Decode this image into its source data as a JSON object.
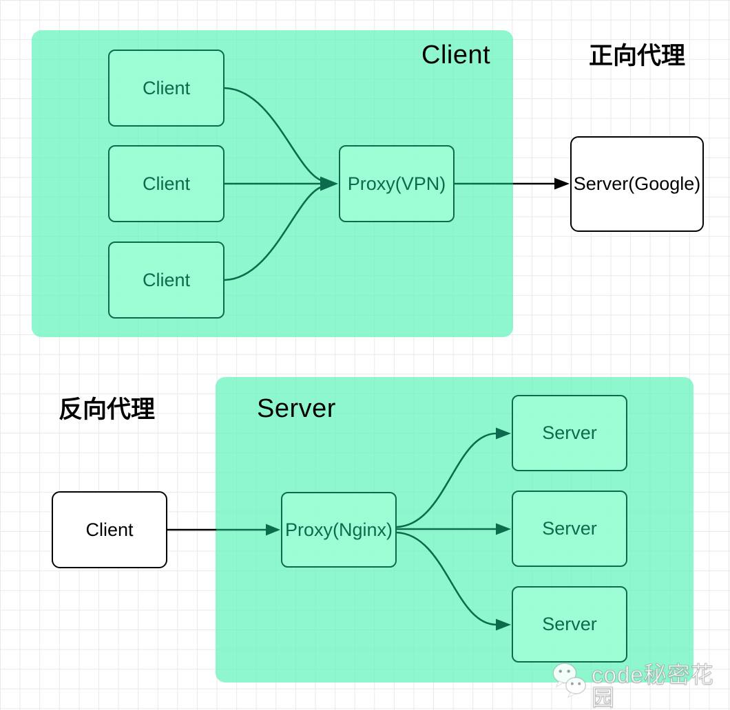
{
  "forward_proxy": {
    "side_label": "正向代理",
    "region_title": "Client",
    "client_nodes": [
      "Client",
      "Client",
      "Client"
    ],
    "proxy_node": "Proxy(VPN)",
    "server_node": "Server(Google)"
  },
  "reverse_proxy": {
    "side_label": "反向代理",
    "region_title": "Server",
    "client_node": "Client",
    "proxy_node": "Proxy(Nginx)",
    "server_nodes": [
      "Server",
      "Server",
      "Server"
    ]
  },
  "watermark": {
    "icon": "wechat-icon",
    "text": "code秘密花园"
  },
  "colors": {
    "region_fill": "#90f7cf",
    "node_fill": "#9bfdd4",
    "node_stroke": "#0c6b4d",
    "white_node_stroke": "#000000",
    "arrow_green": "#0c6b4d",
    "arrow_black": "#000000"
  }
}
